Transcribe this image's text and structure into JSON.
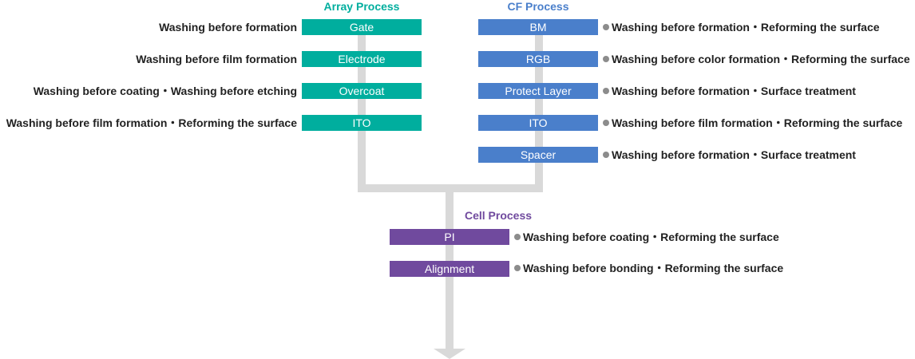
{
  "colors": {
    "array": "#00ae9e",
    "cf": "#4a7fcb",
    "cell": "#704a9e",
    "connector": "#d9d9d9",
    "bullet": "#8c8c8c"
  },
  "array": {
    "title": "Array Process",
    "steps": [
      {
        "label": "Gate",
        "note": "Washing before formation"
      },
      {
        "label": "Electrode",
        "note": "Washing before film formation"
      },
      {
        "label": "Overcoat",
        "note": "Washing before coating・Washing before etching"
      },
      {
        "label": "ITO",
        "note": "Washing before film formation・Reforming the surface"
      }
    ]
  },
  "cf": {
    "title": "CF Process",
    "steps": [
      {
        "label": "BM",
        "note": "Washing before formation・Reforming the surface"
      },
      {
        "label": "RGB",
        "note": "Washing before color formation・Reforming the surface"
      },
      {
        "label": "Protect Layer",
        "note": "Washing before formation・Surface treatment"
      },
      {
        "label": "ITO",
        "note": "Washing before film formation・Reforming the surface"
      },
      {
        "label": "Spacer",
        "note": "Washing before formation・Surface treatment"
      }
    ]
  },
  "cell": {
    "title": "Cell Process",
    "steps": [
      {
        "label": "PI",
        "note": "Washing before coating・Reforming the surface"
      },
      {
        "label": "Alignment",
        "note": "Washing before bonding・Reforming the surface"
      }
    ]
  }
}
